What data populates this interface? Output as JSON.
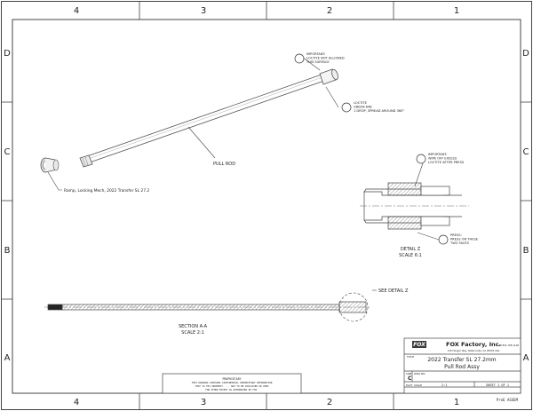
{
  "sheet": {
    "column_labels": [
      "4",
      "3",
      "2",
      "1"
    ],
    "row_labels": [
      "D",
      "C",
      "B",
      "A"
    ]
  },
  "notes": {
    "no_loctite": [
      "IMPORTANT:",
      "LOCTITE NOT ALLOWED",
      "THIS SURFACE"
    ],
    "loctite_green": [
      "LOCTITE",
      "GREEN 648",
      "1 DROP, SPREAD AROUND 360°"
    ],
    "wipe_excess": [
      "IMPORTANT:",
      "WIPE OFF EXCESS",
      "LOCTITE AFTER PRESS"
    ],
    "press": [
      "PRESS:",
      "PRESS ON THESE",
      "TWO FACES"
    ]
  },
  "labels": {
    "pull_rod": "PULL ROD",
    "ramp": "Ramp, Locking Mech, 2022 Transfer SL 27.2",
    "detail_title": "DETAIL Z",
    "detail_scale": "SCALE 6:1",
    "section_title": "SECTION A-A",
    "section_scale": "SCALE 2:1",
    "see_detail": "SEE DETAIL Z"
  },
  "proprietary": [
    "PROPRIETARY",
    "THIS DRAWING CONTAINS CONFIDENTIAL PROPRIETARY INFORMATION",
    "THAT IS FOX PROPERTY. ... NOT TO BE DISCLOSED OR USED",
    "FOR OTHER EXCEPT AS AUTHORIZED BY FOX."
  ],
  "title_block": {
    "logo": "FOX",
    "company": "FOX Factory, Inc.",
    "address": "130 Hangar Way, Watsonville, CA 95076 USA",
    "phone": "PH 831-768-1100",
    "title_label": "TITLE",
    "title_line1": "2022 Transfer SL 27.2mm",
    "title_line2": "Pull Rod Assy",
    "size_label": "SIZE",
    "dwg_label": "DWG NO.",
    "size": "C",
    "plot_scale_label": "PLOT SCALE",
    "plot_scale": "2:1",
    "sheet": "SHEET 1 OF 1",
    "footer": "ProE ASSEM"
  }
}
